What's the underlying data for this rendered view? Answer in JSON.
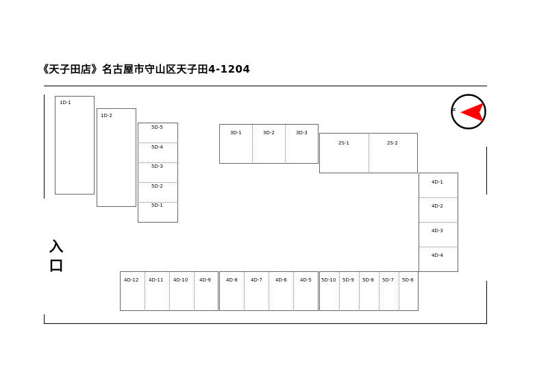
{
  "title": "《天子田店》名古屋市守山区天子田4-1204",
  "entrance": "入口",
  "colors": {
    "line": "#000000",
    "arrow": "#ff0000"
  },
  "compass": {
    "icon": "north-arrow-icon",
    "label": "N"
  },
  "spaces": {
    "s1D_1": "1D-1",
    "s1D_2": "1D-2",
    "s5D_5": "5D-5",
    "s5D_4": "5D-4",
    "s5D_3": "5D-3",
    "s5D_2": "5D-2",
    "s5D_1": "5D-1",
    "s3D_1": "3D-1",
    "s3D_2": "3D-2",
    "s3D_3": "3D-3",
    "s2S_1": "2S-1",
    "s2S_2": "2S-2",
    "s4D_1": "4D-1",
    "s4D_2": "4D-2",
    "s4D_3": "4D-3",
    "s4D_4": "4D-4",
    "s4D_12": "4D-12",
    "s4D_11": "4D-11",
    "s4D_10": "4D-10",
    "s4D_9": "4D-9",
    "s4D_8": "4D-8",
    "s4D_7": "4D-7",
    "s4D_6": "4D-6",
    "s4D_5": "4D-5",
    "s5D_10": "5D-10",
    "s5D_9": "5D-9",
    "s5D_8": "5D-8",
    "s5D_7": "5D-7",
    "s5D_6": "5D-6"
  }
}
